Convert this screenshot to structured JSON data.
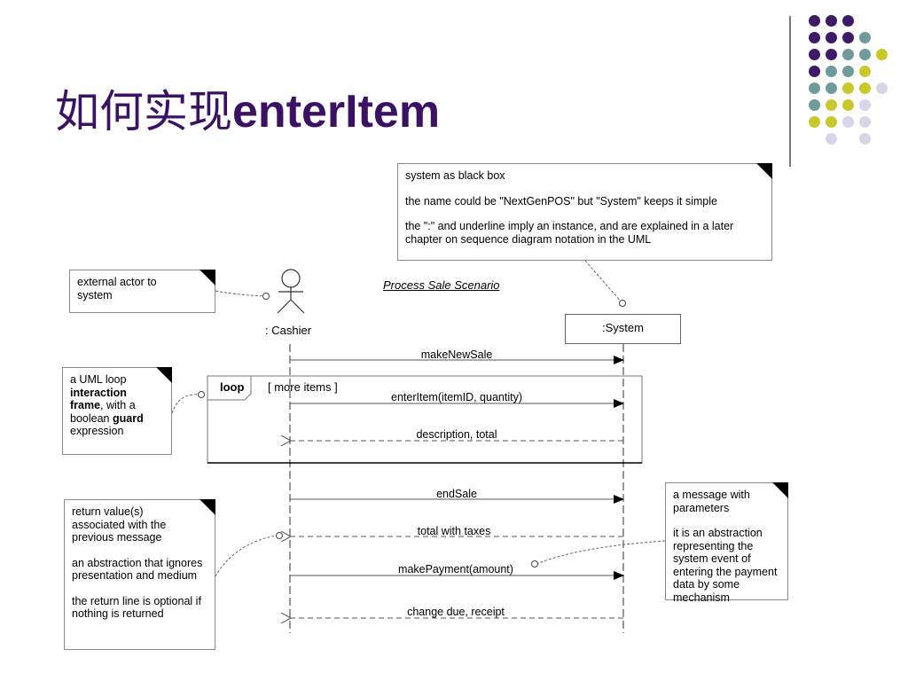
{
  "title": {
    "chinese": "如何实现",
    "latin": "enterItem"
  },
  "palette": {
    "title_color": "#3b1263",
    "dark_purple": "#3f1a66",
    "teal": "#6f9b9b",
    "yellow": "#c9c82a",
    "lavender": "#d8d5e8"
  },
  "decoration_dots": [
    [
      "dark_purple",
      "dark_purple",
      "dark_purple",
      "",
      ""
    ],
    [
      "dark_purple",
      "dark_purple",
      "dark_purple",
      "teal",
      ""
    ],
    [
      "dark_purple",
      "dark_purple",
      "teal",
      "teal",
      "yellow"
    ],
    [
      "dark_purple",
      "teal",
      "teal",
      "yellow",
      ""
    ],
    [
      "teal",
      "teal",
      "yellow",
      "yellow",
      "lavender"
    ],
    [
      "teal",
      "yellow",
      "yellow",
      "lavender",
      ""
    ],
    [
      "yellow",
      "yellow",
      "lavender",
      "lavender",
      ""
    ],
    [
      "",
      "lavender",
      "",
      "lavender",
      ""
    ]
  ],
  "diagram": {
    "scenario_title": "Process Sale Scenario",
    "actor_label": ": Cashier",
    "system_label": ":System",
    "loop_keyword": "loop",
    "loop_guard": "[ more items ]",
    "messages": [
      {
        "label": "makeNewSale",
        "kind": "call"
      },
      {
        "label": "enterItem(itemID, quantity)",
        "kind": "call"
      },
      {
        "label": "description, total",
        "kind": "return"
      },
      {
        "label": "endSale",
        "kind": "call"
      },
      {
        "label": "total with taxes",
        "kind": "return"
      },
      {
        "label": "makePayment(amount)",
        "kind": "call"
      },
      {
        "label": "change due, receipt",
        "kind": "return"
      }
    ]
  },
  "notes": {
    "black_box": {
      "p1": "system as black box",
      "p2": "the name could be \"NextGenPOS\" but \"System\" keeps it simple",
      "p3": "the \":\" and underline imply an instance, and are explained in a later chapter on sequence diagram notation in the UML"
    },
    "actor": {
      "text": "external actor to system"
    },
    "loop_frame": {
      "t1": "a UML loop",
      "b1": "interaction frame",
      "t2": ", with a boolean",
      "b2": "guard",
      "t3": "expression"
    },
    "return_value": {
      "p1": "return value(s) associated with the previous message",
      "p2": "an abstraction that ignores presentation and medium",
      "p3": "the return line is optional if nothing is returned"
    },
    "message_params": {
      "p1": "a message with parameters",
      "p2": "it is an abstraction representing the system event of entering the payment data by some mechanism"
    }
  }
}
